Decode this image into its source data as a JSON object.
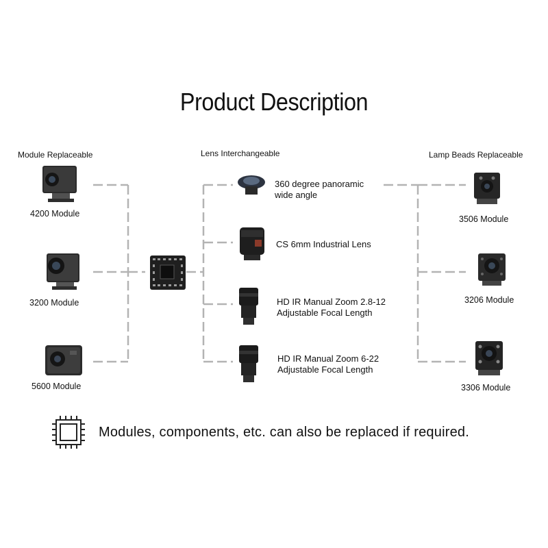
{
  "title": "Product Description",
  "sections": {
    "modules": {
      "heading": "Module Replaceable",
      "items": [
        {
          "label": "4200 Module"
        },
        {
          "label": "3200 Module"
        },
        {
          "label": "5600 Module"
        }
      ]
    },
    "lenses": {
      "heading": "Lens Interchangeable",
      "items": [
        {
          "line1": "360 degree panoramic",
          "line2": "wide angle"
        },
        {
          "line1": "CS 6mm Industrial Lens",
          "line2": ""
        },
        {
          "line1": "HD IR Manual Zoom 2.8-12",
          "line2": "Adjustable Focal Length"
        },
        {
          "line1": "HD IR Manual Zoom 6-22",
          "line2": "Adjustable Focal Length"
        }
      ]
    },
    "lamps": {
      "heading": "Lamp Beads Replaceable",
      "items": [
        {
          "label": "3506 Module"
        },
        {
          "label": "3206 Module"
        },
        {
          "label": "3306 Module"
        }
      ]
    }
  },
  "note": "Modules, components, etc. can also be replaced if required.",
  "icons": {
    "chip": "chip-icon"
  },
  "colors": {
    "connector": "#b3b3b3",
    "text": "#111111"
  }
}
